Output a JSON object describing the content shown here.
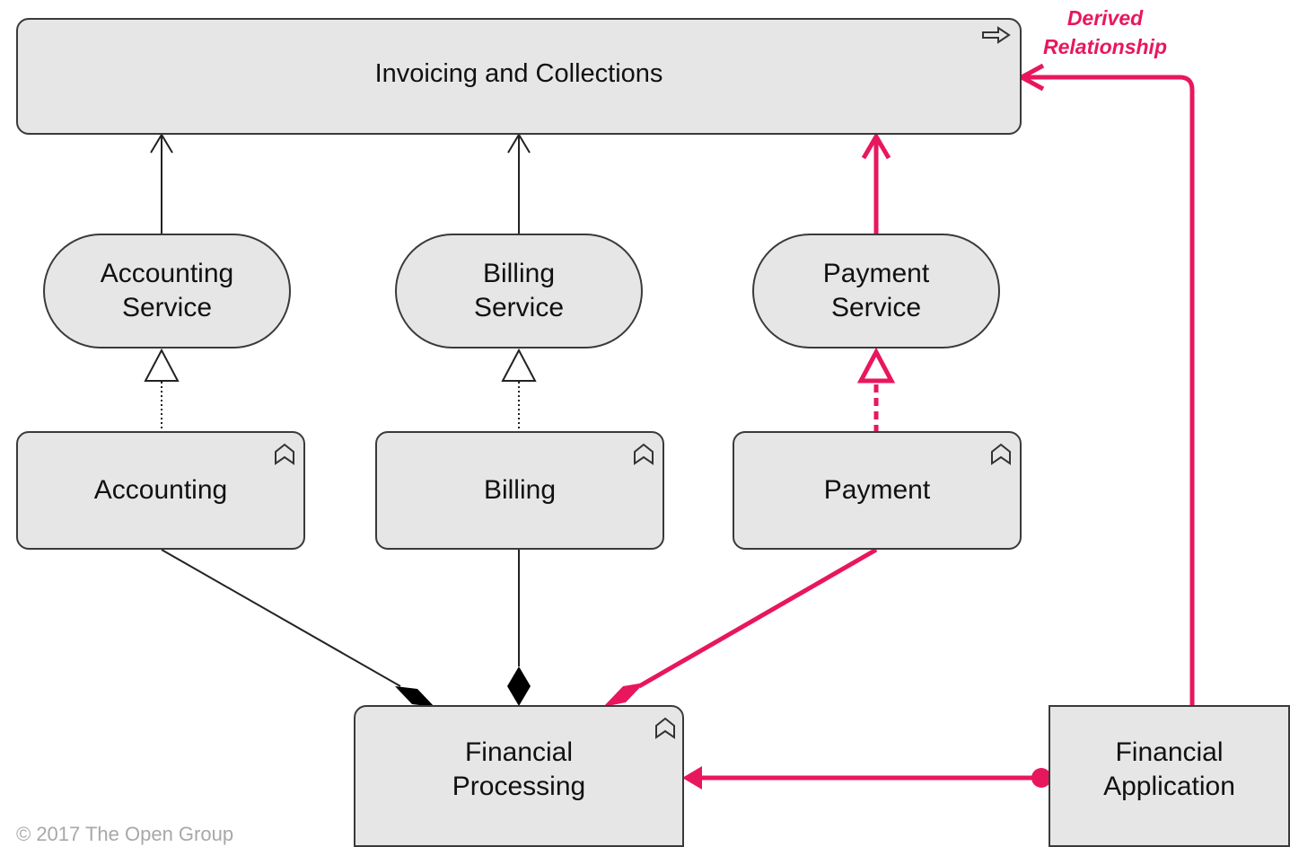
{
  "colors": {
    "accent": "#e8175d",
    "fill": "#e6e6e6",
    "line": "#3a3a3a"
  },
  "nodes": {
    "invoicing": {
      "label": "Invoicing and Collections",
      "icon": "business-process-arrow-icon"
    },
    "accounting_service": {
      "label": "Accounting\nService"
    },
    "billing_service": {
      "label": "Billing\nService"
    },
    "payment_service": {
      "label": "Payment\nService"
    },
    "accounting": {
      "label": "Accounting",
      "icon": "business-function-chevron-icon"
    },
    "billing": {
      "label": "Billing",
      "icon": "business-function-chevron-icon"
    },
    "payment": {
      "label": "Payment",
      "icon": "business-function-chevron-icon"
    },
    "financial_processing": {
      "label": "Financial\nProcessing",
      "icon": "business-function-chevron-icon"
    },
    "financial_application": {
      "label": "Financial\nApplication"
    }
  },
  "annotation": "Derived\nRelationship",
  "copyright": "© 2017 The Open Group"
}
